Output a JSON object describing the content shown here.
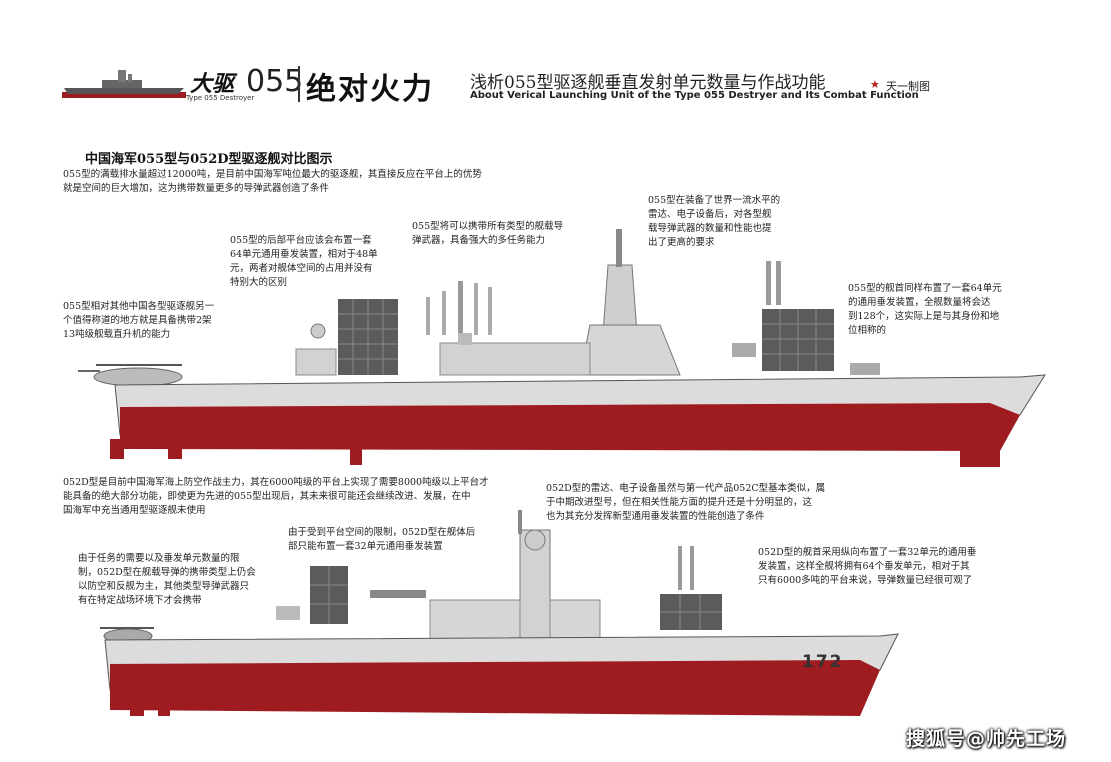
{
  "header": {
    "badge_cn": "大驱",
    "badge_num": "055",
    "badge_en": "Type 055 Destroyer",
    "title": "绝对火力",
    "subtitle_cn": "浅析055型驱逐舰垂直发射单元数量与作战功能",
    "subtitle_en": "About Verical Launching Unit of the Type 055 Destryer and Its Combat Function",
    "author": "天一制图"
  },
  "section_title": "中国海军055型与052D型驱逐舰对比图示",
  "notes_055": {
    "intro": [
      "055型的满载排水量超过12000吨，是目前中国海军吨位最大的驱逐舰，其直接反应在平台上的优势",
      "就是空间的巨大增加，这为携带数量更多的导弹武器创造了条件"
    ],
    "helicopter": [
      "055型相对其他中国各型驱逐舰另一",
      "个值得称道的地方就是具备携带2架",
      "13吨级舰载直升机的能力"
    ],
    "rear_vls": [
      "055型的后部平台应该会布置一套",
      "64单元通用垂发装置，相对于48单",
      "元，两者对舰体空间的占用并没有",
      "特别大的区别"
    ],
    "missiles": [
      "055型将可以携带所有类型的舰载导",
      "弹武器，具备强大的多任务能力"
    ],
    "radar": [
      "055型在装备了世界一流水平的",
      "雷达、电子设备后，对各型舰",
      "载导弹武器的数量和性能也提",
      "出了更高的要求"
    ],
    "bow_vls": [
      "055型的舰首同样布置了一套64单元",
      "的通用垂发装置，全舰数量将会达",
      "到128个，这实际上是与其身份和地",
      "位相称的"
    ]
  },
  "notes_052d": {
    "intro": [
      "052D型是目前中国海军海上防空作战主力，其在6000吨级的平台上实现了需要8000吨级以上平台才",
      "能具备的绝大部分功能，即使更为先进的055型出现后，其未来很可能还会继续改进、发展，在中",
      "国海军中充当通用型驱逐舰未使用"
    ],
    "radar": [
      "052D型的雷达、电子设备虽然与第一代产品052C型基本类似，属",
      "于中期改进型号，但在相关性能方面的提升还是十分明显的，这",
      "也为其充分发挥新型通用垂发装置的性能创造了条件"
    ],
    "rear_vls": [
      "由于受到平台空间的限制，052D型在舰体后",
      "部只能布置一套32单元通用垂发装置"
    ],
    "weapons": [
      "由于任务的需要以及垂发单元数量的限",
      "制，052D型在舰载导弹的携带类型上仍会",
      "以防空和反舰为主，其他类型导弹武器只",
      "有在特定战场环境下才会携带"
    ],
    "bow_vls": [
      "052D型的舰首采用纵向布置了一套32单元的通用垂",
      "发装置，这样全舰将拥有64个垂发单元，相对于其",
      "只有6000多吨的平台来说，导弹数量已经很可观了"
    ]
  },
  "hull_number": "172",
  "watermark": "搜狐号@帅先工场",
  "colors": {
    "hull_gray": "#dcdcdc",
    "hull_red": "#9e1b1f",
    "deck_gray": "#c8c8c8",
    "vls_dark": "#5b5b5b"
  }
}
